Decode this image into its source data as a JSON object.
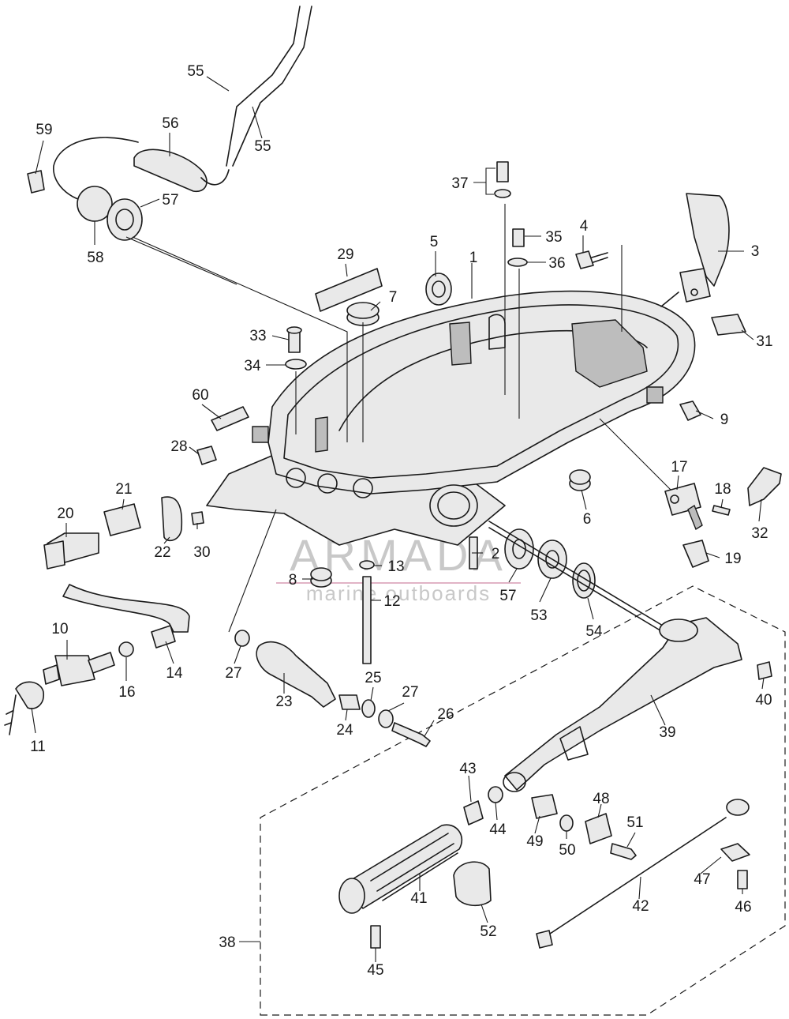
{
  "callouts": [
    {
      "id": "1",
      "label": "1"
    },
    {
      "id": "2",
      "label": "2"
    },
    {
      "id": "3",
      "label": "3"
    },
    {
      "id": "4",
      "label": "4"
    },
    {
      "id": "5",
      "label": "5"
    },
    {
      "id": "6",
      "label": "6"
    },
    {
      "id": "7",
      "label": "7"
    },
    {
      "id": "8",
      "label": "8"
    },
    {
      "id": "9",
      "label": "9"
    },
    {
      "id": "10",
      "label": "10"
    },
    {
      "id": "11",
      "label": "11"
    },
    {
      "id": "12",
      "label": "12"
    },
    {
      "id": "13",
      "label": "13"
    },
    {
      "id": "14",
      "label": "14"
    },
    {
      "id": "16",
      "label": "16"
    },
    {
      "id": "17",
      "label": "17"
    },
    {
      "id": "18",
      "label": "18"
    },
    {
      "id": "19",
      "label": "19"
    },
    {
      "id": "20",
      "label": "20"
    },
    {
      "id": "21",
      "label": "21"
    },
    {
      "id": "22",
      "label": "22"
    },
    {
      "id": "23",
      "label": "23"
    },
    {
      "id": "24",
      "label": "24"
    },
    {
      "id": "25",
      "label": "25"
    },
    {
      "id": "26",
      "label": "26"
    },
    {
      "id": "27a",
      "label": "27"
    },
    {
      "id": "27b",
      "label": "27"
    },
    {
      "id": "28",
      "label": "28"
    },
    {
      "id": "29",
      "label": "29"
    },
    {
      "id": "30",
      "label": "30"
    },
    {
      "id": "31",
      "label": "31"
    },
    {
      "id": "32",
      "label": "32"
    },
    {
      "id": "33",
      "label": "33"
    },
    {
      "id": "34",
      "label": "34"
    },
    {
      "id": "35",
      "label": "35"
    },
    {
      "id": "36",
      "label": "36"
    },
    {
      "id": "37",
      "label": "37"
    },
    {
      "id": "38",
      "label": "38"
    },
    {
      "id": "39",
      "label": "39"
    },
    {
      "id": "40",
      "label": "40"
    },
    {
      "id": "41",
      "label": "41"
    },
    {
      "id": "42",
      "label": "42"
    },
    {
      "id": "43",
      "label": "43"
    },
    {
      "id": "44",
      "label": "44"
    },
    {
      "id": "45",
      "label": "45"
    },
    {
      "id": "46",
      "label": "46"
    },
    {
      "id": "47",
      "label": "47"
    },
    {
      "id": "48",
      "label": "48"
    },
    {
      "id": "49",
      "label": "49"
    },
    {
      "id": "50",
      "label": "50"
    },
    {
      "id": "51",
      "label": "51"
    },
    {
      "id": "52",
      "label": "52"
    },
    {
      "id": "53",
      "label": "53"
    },
    {
      "id": "54",
      "label": "54"
    },
    {
      "id": "55a",
      "label": "55"
    },
    {
      "id": "55b",
      "label": "55"
    },
    {
      "id": "56",
      "label": "56"
    },
    {
      "id": "57a",
      "label": "57"
    },
    {
      "id": "57b",
      "label": "57"
    },
    {
      "id": "58",
      "label": "58"
    },
    {
      "id": "59",
      "label": "59"
    },
    {
      "id": "60",
      "label": "60"
    }
  ],
  "watermark": {
    "title": "ARMADA",
    "subtitle": "marine outboards",
    "color": "#d9a0b8"
  }
}
